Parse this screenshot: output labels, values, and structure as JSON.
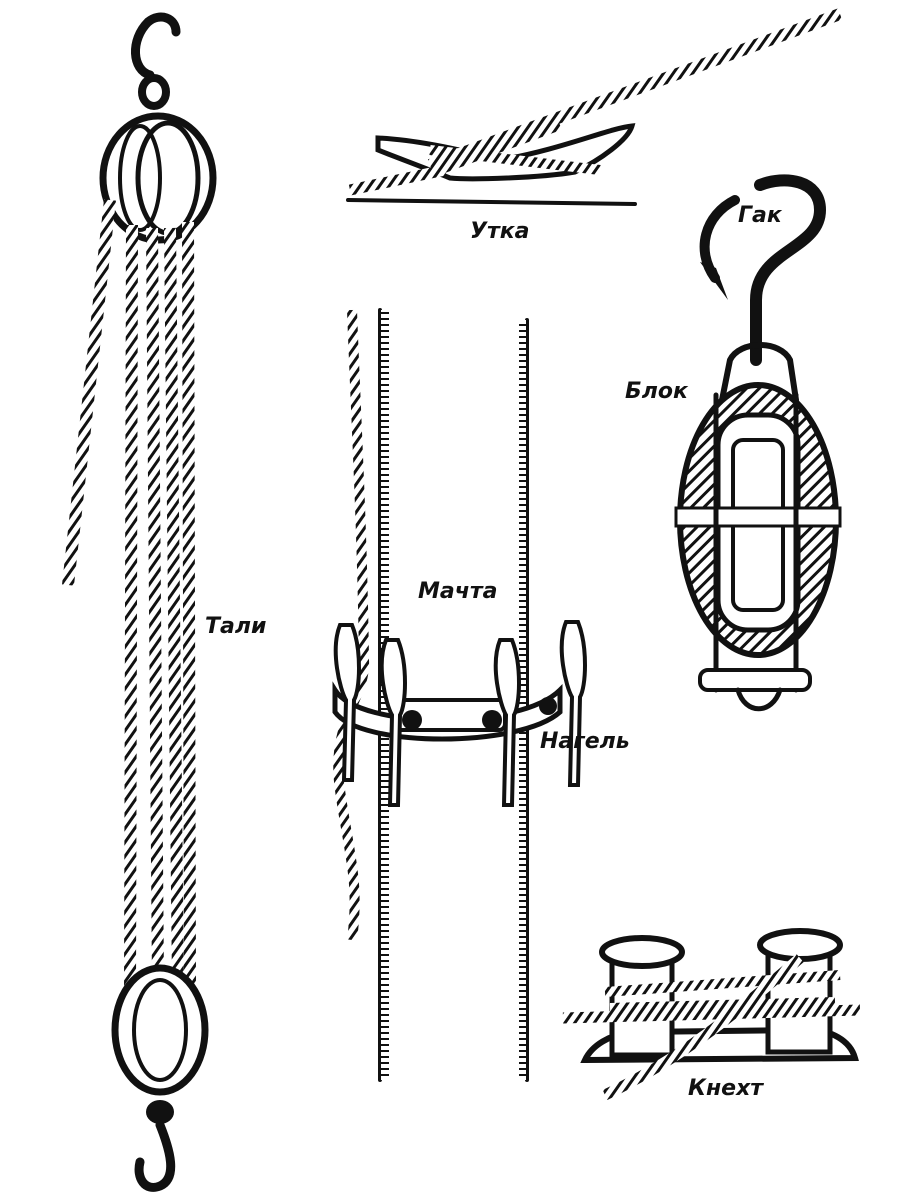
{
  "labels": {
    "tali": "Тали",
    "utka": "Утка",
    "machta": "Мачта",
    "nagel": "Нагель",
    "gak": "Гак",
    "blok": "Блок",
    "knekht": "Кнехт"
  },
  "colors": {
    "ink": "#111111",
    "paper": "#ffffff"
  }
}
